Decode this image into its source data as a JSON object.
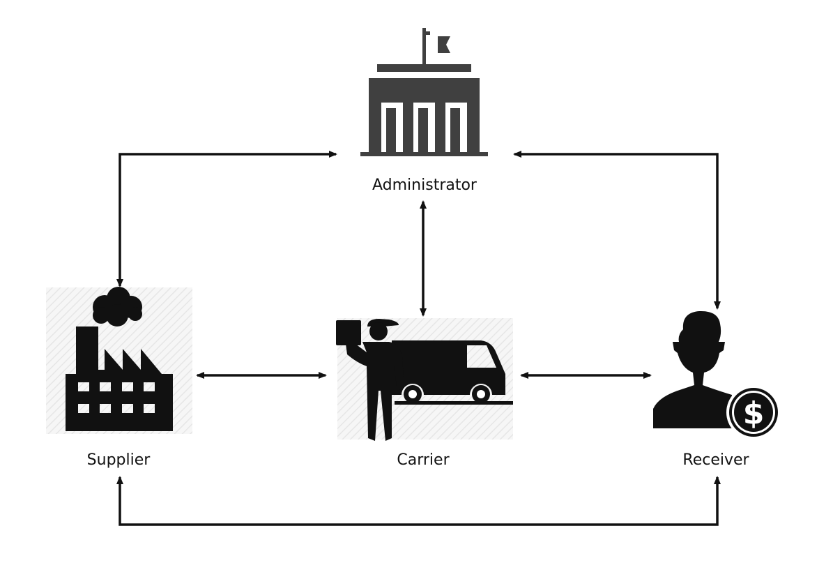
{
  "colors": {
    "line": "#111111",
    "icon_dark": "#111111",
    "icon_gray": "#404040",
    "background": "#ffffff"
  },
  "nodes": {
    "administrator": {
      "label": "Administrator",
      "icon": "government-building-icon"
    },
    "supplier": {
      "label": "Supplier",
      "icon": "factory-icon"
    },
    "carrier": {
      "label": "Carrier",
      "icon": "delivery-man-truck-icon"
    },
    "receiver": {
      "label": "Receiver",
      "icon": "customer-dollar-icon"
    }
  },
  "connections": [
    {
      "from": "supplier",
      "to": "administrator",
      "bidirectional": true
    },
    {
      "from": "receiver",
      "to": "administrator",
      "bidirectional": true
    },
    {
      "from": "carrier",
      "to": "administrator",
      "bidirectional": true
    },
    {
      "from": "supplier",
      "to": "carrier",
      "bidirectional": true
    },
    {
      "from": "carrier",
      "to": "receiver",
      "bidirectional": true
    },
    {
      "from": "supplier",
      "to": "receiver",
      "bidirectional": true
    }
  ]
}
